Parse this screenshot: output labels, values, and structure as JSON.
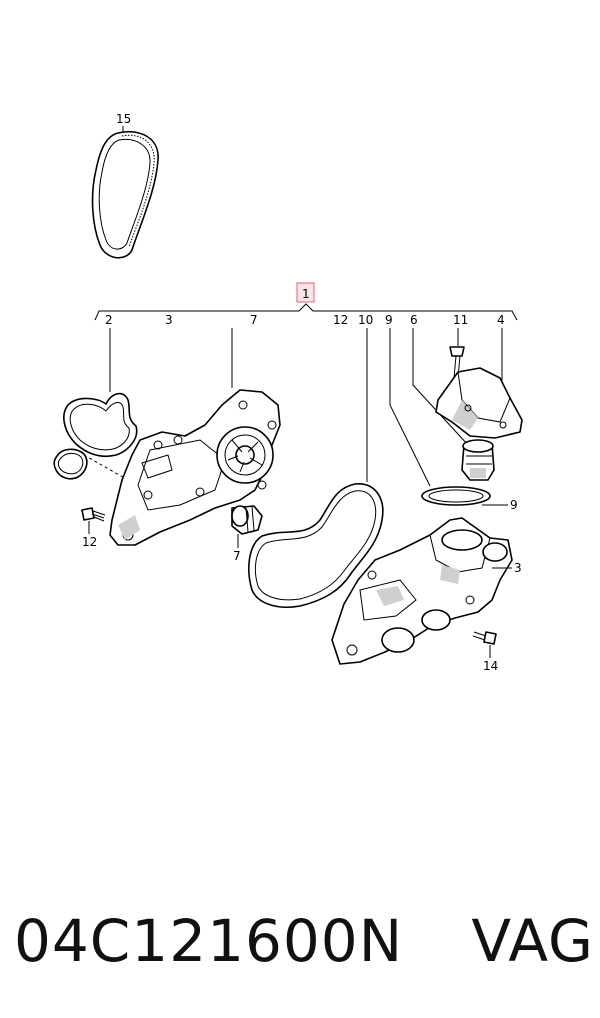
{
  "callouts": {
    "c15": "15",
    "c1": "1",
    "c2": "2",
    "c3_top": "3",
    "c7_top": "7",
    "c12_top": "12",
    "c10": "10",
    "c9_top": "9",
    "c6": "6",
    "c11": "11",
    "c4": "4",
    "c9_right": "9",
    "c3_right": "3",
    "c12_left": "12",
    "c7_bottom": "7",
    "c14": "14"
  },
  "caption": {
    "part_number": "04C121600N",
    "brand": "VAG"
  },
  "colors": {
    "callout_box_border": "#e0607a",
    "callout_box_fill": "#fbe3e8",
    "line": "#000000"
  }
}
